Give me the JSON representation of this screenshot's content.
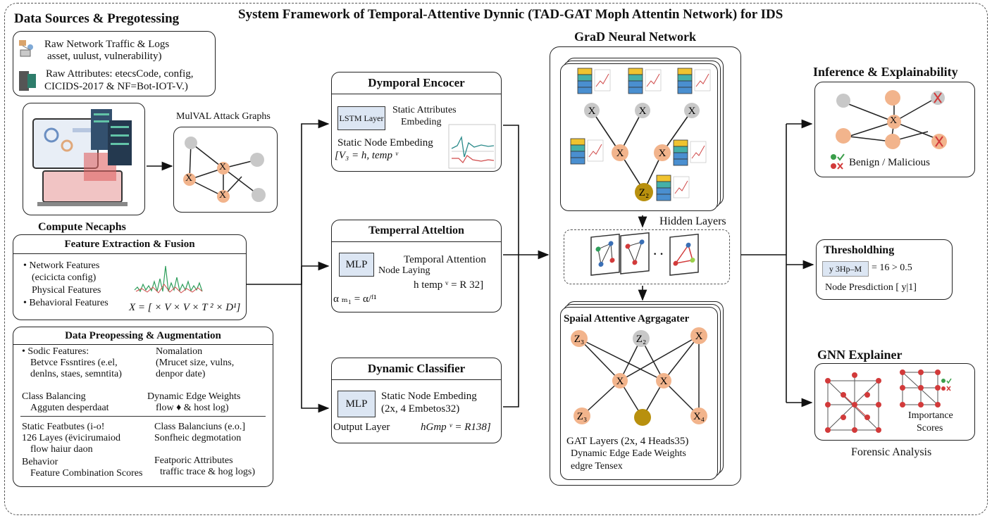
{
  "title": "System Framework of Temporal-Attentive Dynnic (TAD-GAT Moph Attentin Network) for IDS",
  "left": {
    "section_title": "Data Sources & Pregotessing",
    "sources": {
      "line1": "Raw Network Traffic & Logs",
      "line2": "asset, uulust, vulnerability)",
      "line3": "Raw Attributes: etecsCode, config,",
      "line4": "CICIDS-2017 & NF=Bot-IOT-V.)"
    },
    "attack_graph_label": "MulVAL Attack Graphs",
    "compute_label": "Compute Necaphs",
    "feature_box": {
      "title": "Feature Extraction & Fusion",
      "item1": "Network Features",
      "item1_sub": "(ecicicta config)",
      "item2": "Physical Features",
      "item3": "Behavioral Features",
      "formula": "X = [ × V × V × T ² × D¹]"
    },
    "prep_box": {
      "title": "Data Preopessing & Augmentation",
      "c1_a": "Sodic Features:",
      "c1_b": "Betvce Fssntires (e.el,",
      "c1_c": "denlns, staes, semntita)",
      "c1_d": "Class Balancing",
      "c1_e": "Agguten desperdaat",
      "c2_a": "Nomalation",
      "c2_b": "(Mrucet  size, vulns,",
      "c2_c": "denpor date)",
      "c2_d": "Dynamic Edge Weights",
      "c2_e": "flow ♦ & host log)",
      "c3_a": "Static Featbutes (i-o!",
      "c3_b": "126 Layes (ëvicirumaiod",
      "c3_c": "flow haiur daon",
      "c3_d": "Behavior",
      "c3_e": "Feature Combination Scores",
      "c4_a": "Class Balanciuns (e.o.]",
      "c4_b": "Sonfheic degmotation",
      "c4_c": "Featporic Attributes",
      "c4_d": "traffic trace & hog logs)"
    }
  },
  "middle": {
    "encoder": {
      "title": "Dymporal Encocer",
      "lstm": "LSTM Layer",
      "line1": "Static Attributes",
      "line2": "Embeding",
      "line3": "Static Node Embeding",
      "formula": "[V₃ = h, temp ᵛ"
    },
    "attention": {
      "title": "Temperral Atteltion",
      "mlp": "MLP",
      "line1": "Temporal Attention",
      "line2": "Node Laying",
      "formula1": "h temp ᵛ = R 32]",
      "formula2": "α ₘ₁ = α/ᶠ¹"
    },
    "classifier": {
      "title": "Dynamic Classifier",
      "mlp": "MLP",
      "line1": "Static Node Embeding",
      "line2": "(2x, 4 Embetos32)",
      "line3": "Output Layer",
      "formula": "hGmp ᵛ = R138]"
    }
  },
  "center": {
    "title": "GraD  Neural Network",
    "hidden_label": "Hidden Layers",
    "spatial_title": "Spaial Attentive Agrgagater",
    "gat_line1": "GAT Layers (2x, 4 Heads35)",
    "gat_line2": "Dynamic Edge Eade Weights",
    "gat_line3": "edgre Tensex",
    "ellipsis": "· ·",
    "node_x": "X",
    "node_z2": "Z₂",
    "z_labels": [
      "Z₃",
      "Z₂",
      "X",
      "Z₃",
      "X₄"
    ]
  },
  "right": {
    "inference_title": "Inference & Explainability",
    "inference_label": "Benign / Malicious",
    "thresh_title": "Thresholdhing",
    "thresh_formula_a": "y 3Hp–M",
    "thresh_formula_b": "= 16 > 0.5",
    "thresh_line2": "Node Presdiction [ y|1]",
    "explainer_title": "GNN Explainer",
    "importance_1": "Importance",
    "importance_2": "Scores",
    "forensic": "Forensic Analysis"
  },
  "colors": {
    "node_orange": "#f2b48c",
    "node_grey": "#c8c8c8",
    "node_gold": "#b8900e",
    "bar_blue": "#4a8fd0",
    "bar_teal": "#45b0a8",
    "bar_yellow": "#f0c330",
    "mlp_fill": "#dce6f3"
  }
}
